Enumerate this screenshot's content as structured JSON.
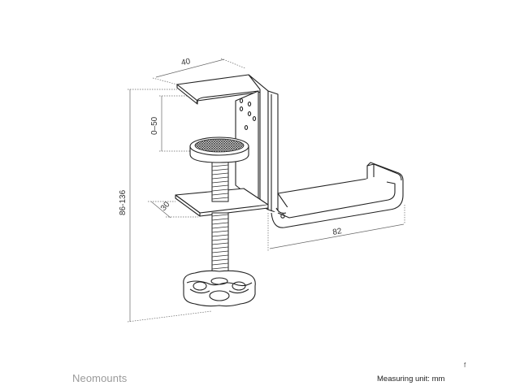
{
  "dimensions": {
    "width": "40",
    "clamp_range": "0–50",
    "height": "86-136",
    "depth": "30",
    "hook_length": "82"
  },
  "footer": {
    "brand": "Neomounts",
    "unit_note": "Measuring unit: mm",
    "corner_mark": "f"
  }
}
